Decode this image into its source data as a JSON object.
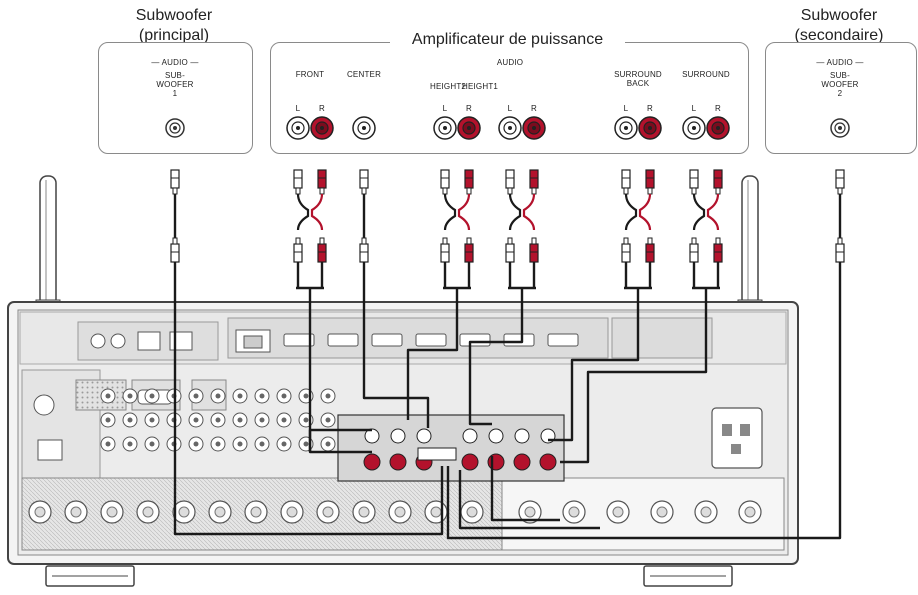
{
  "devices": {
    "sub1": {
      "title_line1": "Subwoofer",
      "title_line2": "(principal)",
      "audio_label": "AUDIO",
      "jack_line1": "SUB-",
      "jack_line2": "WOOFER",
      "jack_line3": "1"
    },
    "amp": {
      "title": "Amplificateur de puissance",
      "audio_label": "AUDIO"
    },
    "sub2": {
      "title_line1": "Subwoofer",
      "title_line2": "(secondaire)",
      "audio_label": "AUDIO",
      "jack_line1": "SUB-",
      "jack_line2": "WOOFER",
      "jack_line3": "2"
    }
  },
  "amp_channels": [
    {
      "id": "front",
      "label_line1": "FRONT",
      "label_line2": "",
      "l": "L",
      "r": "R"
    },
    {
      "id": "center",
      "label_line1": "CENTER",
      "label_line2": "",
      "l": "",
      "r": ""
    },
    {
      "id": "height2",
      "label_line1": "HEIGHT2",
      "label_line2": "",
      "l": "L",
      "r": "R"
    },
    {
      "id": "height1",
      "label_line1": "HEIGHT1",
      "label_line2": "",
      "l": "L",
      "r": "R"
    },
    {
      "id": "surround-back",
      "label_line1": "SURROUND",
      "label_line2": "BACK",
      "l": "L",
      "r": "R"
    },
    {
      "id": "surround",
      "label_line1": "SURROUND",
      "label_line2": "",
      "l": "L",
      "r": "R"
    }
  ],
  "colors": {
    "cable": "#1a1a1a",
    "plug_red": "#b3122c",
    "plug_white": "#f2f2f2",
    "outline": "#8a8a8a",
    "panel_gray": "#d9d9d9"
  }
}
